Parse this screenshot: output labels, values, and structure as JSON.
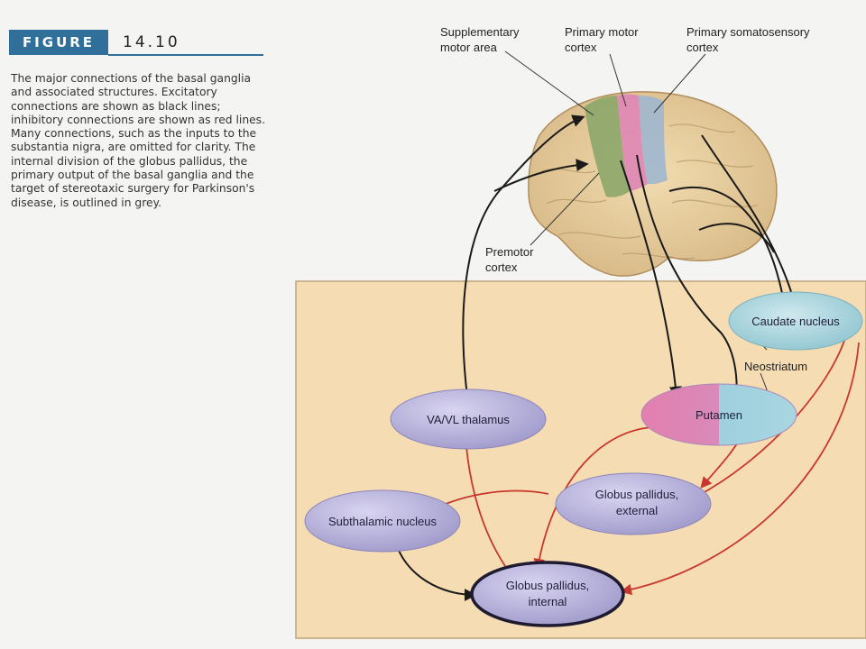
{
  "figure": {
    "tag": "FIGURE",
    "number": "14.10",
    "caption": "The major connections of the basal ganglia and associated structures. Excitatory connections are shown as black lines; inhibitory connections are shown as red lines. Many connections, such as the inputs to the substantia nigra, are omitted for clarity. The internal division of the globus pallidus, the primary output of the basal ganglia and the target of stereotaxic surgery for Parkinson's disease, is outlined in grey."
  },
  "cortex_labels": {
    "supplementary_line1": "Supplementary",
    "supplementary_line2": "motor area",
    "primary_motor_line1": "Primary motor",
    "primary_motor_line2": "cortex",
    "somatosensory_line1": "Primary somatosensory",
    "somatosensory_line2": "cortex",
    "premotor_line1": "Premotor",
    "premotor_line2": "cortex"
  },
  "nuclei": {
    "caudate": "Caudate nucleus",
    "neostriatum": "Neostriatum",
    "putamen": "Putamen",
    "thalamus": "VA/VL thalamus",
    "gp_external_line1": "Globus pallidus,",
    "gp_external_line2": "external",
    "subthalamic": "Subthalamic nucleus",
    "gp_internal_line1": "Globus pallidus,",
    "gp_internal_line2": "internal"
  },
  "colors": {
    "excitatory": "#1a1a1a",
    "inhibitory": "#c8372d",
    "brain": "#e8cf9e",
    "panel": "#f6dcb2",
    "nucleus_fill": "#b7b2dc",
    "caudate_fill": "#a9d3dc",
    "figure_tag": "#2f6f99"
  }
}
